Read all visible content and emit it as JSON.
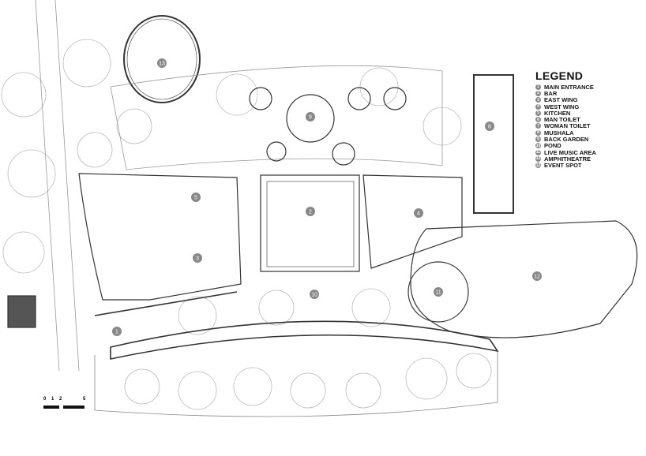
{
  "legend": {
    "title": "LEGEND",
    "items": [
      {
        "num": "1",
        "label": "MAIN ENTRANCE"
      },
      {
        "num": "2",
        "label": "BAR"
      },
      {
        "num": "3",
        "label": "EAST WING"
      },
      {
        "num": "4",
        "label": "WEST WING"
      },
      {
        "num": "5",
        "label": "KITCHEN"
      },
      {
        "num": "6",
        "label": "MAN TOILET"
      },
      {
        "num": "7",
        "label": "WOMAN TOILET"
      },
      {
        "num": "8",
        "label": "MUSHALA"
      },
      {
        "num": "9",
        "label": "BACK GARDEN"
      },
      {
        "num": "10",
        "label": "POND"
      },
      {
        "num": "11",
        "label": "LIVE MUSIC AREA"
      },
      {
        "num": "12",
        "label": "AMPHITHEATRE"
      },
      {
        "num": "13",
        "label": "EVENT SPOT"
      }
    ]
  },
  "scale_bar": {
    "ticks": [
      "0",
      "1",
      "2",
      "5"
    ]
  },
  "markers": [
    "1",
    "2",
    "3",
    "4",
    "5",
    "8",
    "9",
    "10",
    "11",
    "12",
    "13"
  ]
}
